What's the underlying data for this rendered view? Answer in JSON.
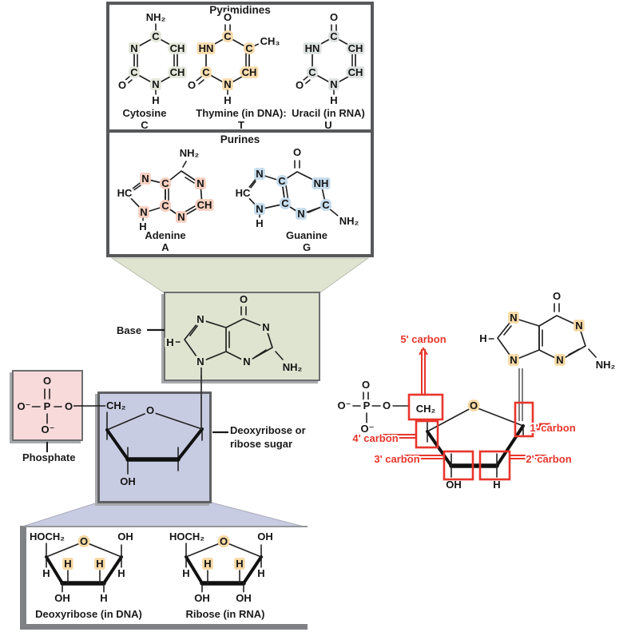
{
  "symbols": {
    "O": "O",
    "C": "C",
    "N": "N",
    "H": "H",
    "CH": "CH",
    "HN": "HN",
    "HC": "HC",
    "NH": "NH",
    "NH2": "NH₂",
    "CH2": "CH₂",
    "CH3": "CH₃",
    "OH": "OH",
    "HOCH2": "HOCH₂",
    "Ominus": "O⁻",
    "P": "P"
  },
  "pyrimidines": {
    "title": "Pyrimidines",
    "cytosine": {
      "name": "Cytosine",
      "letter": "C"
    },
    "thymine": {
      "name": "Thymine (in DNA):",
      "letter": "T"
    },
    "uracil": {
      "name": "Uracil (in RNA)",
      "letter": "U"
    }
  },
  "purines": {
    "title": "Purines",
    "adenine": {
      "name": "Adenine",
      "letter": "A"
    },
    "guanine": {
      "name": "Guanine",
      "letter": "G"
    }
  },
  "nucleotide": {
    "base_label": "Base",
    "phosphate_label": "Phosphate",
    "sugar_label": "Deoxyribose or ribose sugar"
  },
  "bottom": {
    "deoxyribose_name": "Deoxyribose (in DNA)",
    "ribose_name": "Ribose (in RNA)"
  },
  "carbons": {
    "c5": "5' carbon",
    "c4": "4' carbon",
    "c3": "3' carbon",
    "c2": "2' carbon",
    "c1": "1' carbon"
  },
  "colors": {
    "cytosine_fill": "#e3e8db",
    "thymine_fill": "#f8ddae",
    "uracil_fill": "#dde2e0",
    "adenine_fill": "#f6cfc0",
    "guanine_fill": "#c6dcec",
    "base_panel_fill": "#dfe4d1",
    "sugar_panel_fill": "#c8cce2",
    "phosphate_fill": "#f8dada",
    "pentose_fill": "#f6d9a4",
    "red_accent": "#e8352b",
    "border_gray": "#57585a"
  }
}
